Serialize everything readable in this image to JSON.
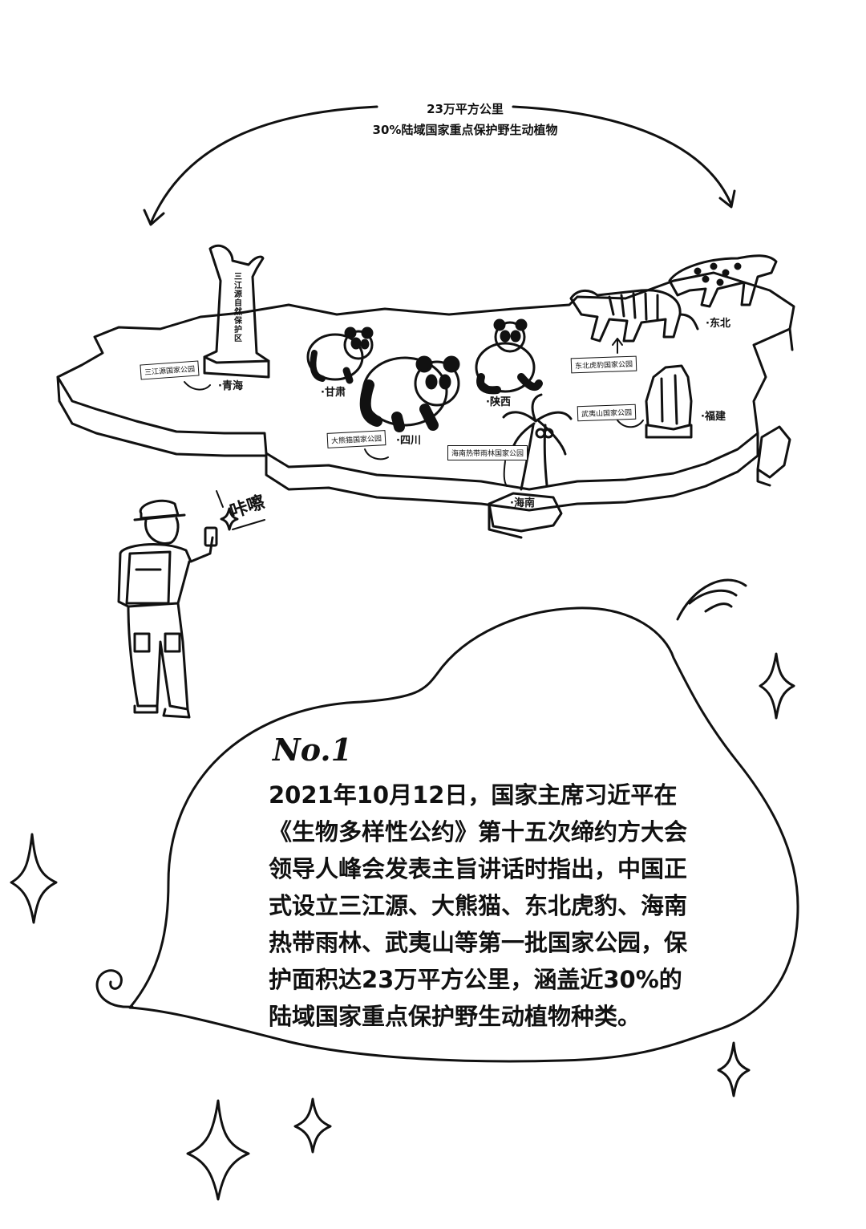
{
  "top_caption": {
    "line1": "23万平方公里",
    "line2": "30%陆域国家重点保护野生动植物"
  },
  "map_labels": {
    "qinghai": "·青海",
    "gansu": "·甘肃",
    "sichuan": "·四川",
    "shaanxi": "·陕西",
    "dongbei": "·东北",
    "fujian": "·福建",
    "hainan": "·海南"
  },
  "park_signs": {
    "sanjiangyuan": "三江源国家公园",
    "panda": "大熊猫国家公园",
    "tiger_leopard": "东北虎豹国家公园",
    "wuyishan": "武夷山国家公园",
    "hainan_rainforest": "海南热带雨林国家公园"
  },
  "monument_text": "三江源自然保护区",
  "camera_sound": "咔嚓",
  "heading": "No.1",
  "body_lines": [
    "2021年10月12日，国家主席习近平在",
    "《生物多样性公约》第十五次缔约方大会",
    "领导人峰会发表主旨讲话时指出，中国正",
    "式设立三江源、大熊猫、东北虎豹、海南",
    "热带雨林、武夷山等第一批国家公园，保",
    "护面积达23万平方公里，涵盖近30%的",
    "陆域国家重点保护野生动植物种类。"
  ]
}
